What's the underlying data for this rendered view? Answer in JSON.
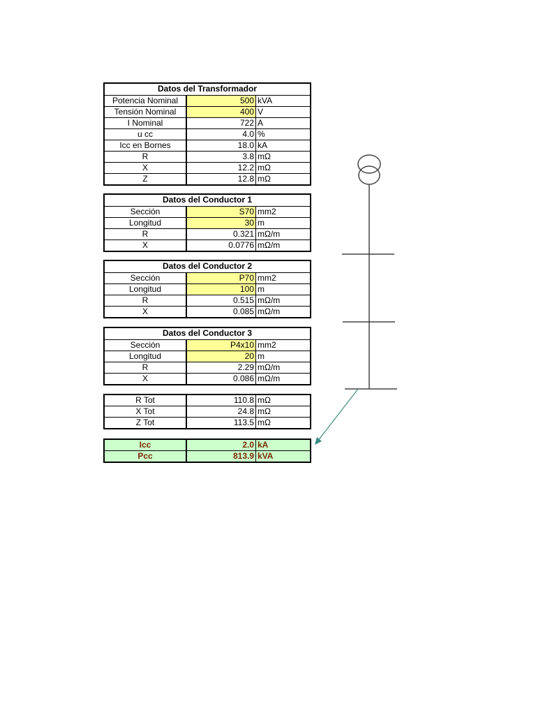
{
  "transformer": {
    "title": "Datos del Transformador",
    "rows": [
      {
        "label": "Potencia Nominal",
        "value": "500",
        "unit": "kVA",
        "input": true
      },
      {
        "label": "Tensión Nominal",
        "value": "400",
        "unit": "V",
        "input": true
      },
      {
        "label": "I Nominal",
        "value": "722",
        "unit": "A"
      },
      {
        "label": "u cc",
        "value": "4.0",
        "unit": "%"
      },
      {
        "label": "Icc en Bornes",
        "value": "18.0",
        "unit": "kA"
      },
      {
        "label": "R",
        "value": "3.8",
        "unit": "mΩ"
      },
      {
        "label": "X",
        "value": "12.2",
        "unit": "mΩ"
      },
      {
        "label": "Z",
        "value": "12.8",
        "unit": "mΩ"
      }
    ]
  },
  "conductor1": {
    "title": "Datos del Conductor 1",
    "rows": [
      {
        "label": "Sección",
        "value": "S70",
        "unit": "mm2",
        "input": true
      },
      {
        "label": "Longitud",
        "value": "30",
        "unit": "m",
        "input": true
      },
      {
        "label": "R",
        "value": "0.321",
        "unit": "mΩ/m"
      },
      {
        "label": "X",
        "value": "0.0776",
        "unit": "mΩ/m"
      }
    ]
  },
  "conductor2": {
    "title": "Datos del Conductor 2",
    "rows": [
      {
        "label": "Sección",
        "value": "P70",
        "unit": "mm2",
        "input": true
      },
      {
        "label": "Longitud",
        "value": "100",
        "unit": "m",
        "input": true
      },
      {
        "label": "R",
        "value": "0.515",
        "unit": "mΩ/m"
      },
      {
        "label": "X",
        "value": "0.085",
        "unit": "mΩ/m"
      }
    ]
  },
  "conductor3": {
    "title": "Datos del Conductor 3",
    "rows": [
      {
        "label": "Sección",
        "value": "P4x10",
        "unit": "mm2",
        "input": true
      },
      {
        "label": "Longitud",
        "value": "20",
        "unit": "m",
        "input": true
      },
      {
        "label": "R",
        "value": "2.29",
        "unit": "mΩ/m"
      },
      {
        "label": "X",
        "value": "0.086",
        "unit": "mΩ/m"
      }
    ]
  },
  "totals": {
    "rows": [
      {
        "label": "R Tot",
        "value": "110.8",
        "unit": "mΩ"
      },
      {
        "label": "X Tot",
        "value": "24.8",
        "unit": "mΩ"
      },
      {
        "label": "Z Tot",
        "value": "113.5",
        "unit": "mΩ"
      }
    ]
  },
  "results": {
    "rows": [
      {
        "label": "Icc",
        "value": "2.0",
        "unit": "kA"
      },
      {
        "label": "Pcc",
        "value": "813.9",
        "unit": "kVA"
      }
    ]
  },
  "colors": {
    "input_fill": "#ffff99",
    "result_fill": "#ccffcc",
    "result_text": "#7a2a00",
    "arrow": "#3a8a80"
  },
  "diagram": {
    "symbol": "transformer-two-winding",
    "bus_count": 3
  }
}
